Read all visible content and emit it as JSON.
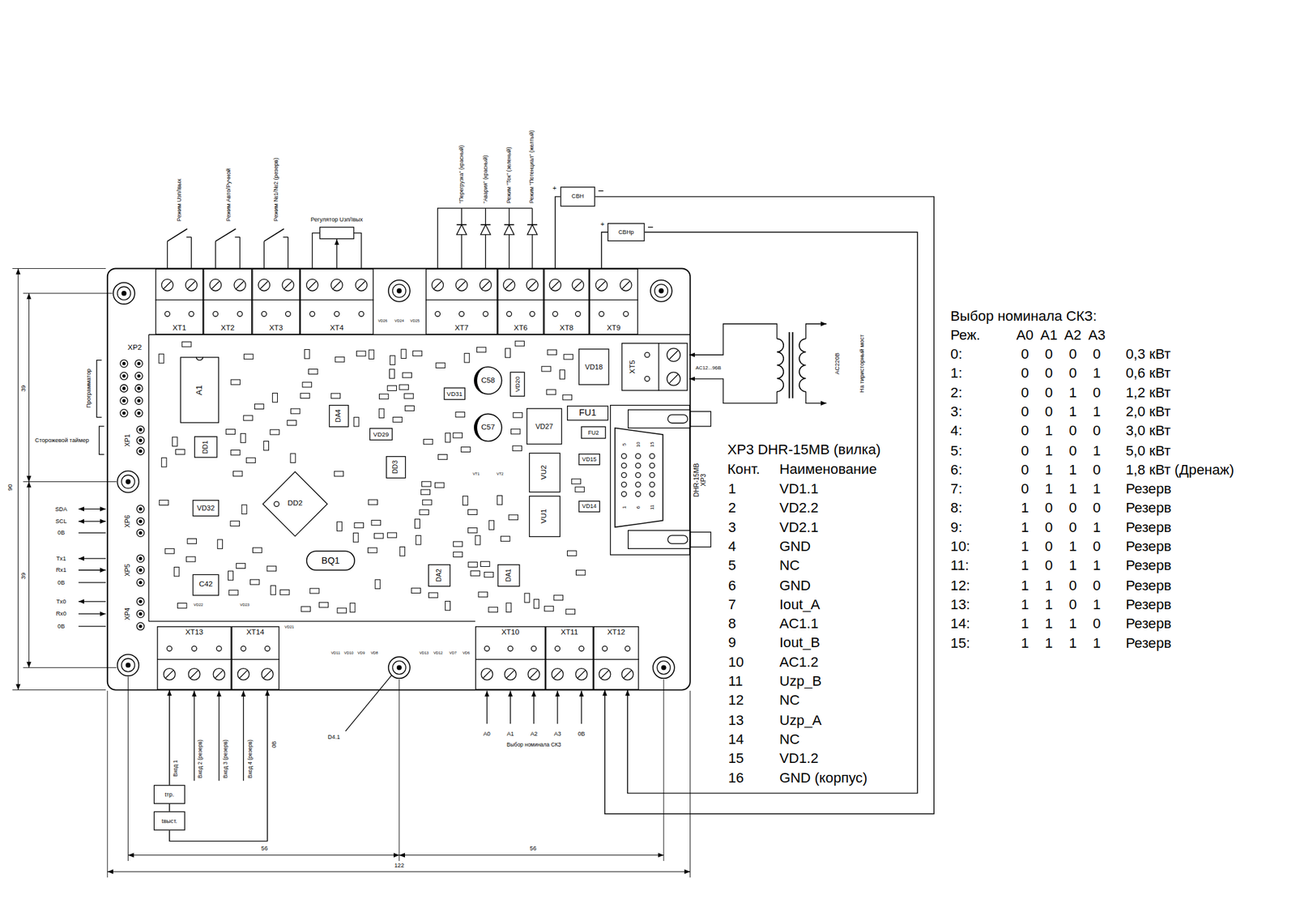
{
  "diagram": {
    "nodes": [
      {
        "text": [
          "XT1"
        ]
      },
      {
        "text": [
          "XT2"
        ]
      },
      {
        "text": [
          "XT3"
        ]
      },
      {
        "text": [
          "XT4"
        ]
      },
      {
        "text": [
          "XT7"
        ]
      },
      {
        "text": [
          "XT6"
        ]
      },
      {
        "text": [
          "XT8"
        ]
      },
      {
        "text": [
          "XT9"
        ]
      },
      {
        "text": [
          "XT5"
        ]
      },
      {
        "text": [
          "XT13"
        ]
      },
      {
        "text": [
          "XT14"
        ]
      },
      {
        "text": [
          "XT10"
        ]
      },
      {
        "text": [
          "XT11"
        ]
      },
      {
        "text": [
          "XT12"
        ]
      },
      {
        "text": [
          "A1"
        ]
      },
      {
        "text": [
          "DD1"
        ]
      },
      {
        "text": [
          "DA4"
        ]
      },
      {
        "text": [
          "VD29"
        ]
      },
      {
        "text": [
          "DD3"
        ]
      },
      {
        "text": [
          "VD31"
        ]
      },
      {
        "text": [
          "C58"
        ]
      },
      {
        "text": [
          "VD20"
        ]
      },
      {
        "text": [
          "VD18"
        ]
      },
      {
        "text": [
          "C57"
        ]
      },
      {
        "text": [
          "VD27"
        ]
      },
      {
        "text": [
          "FU1"
        ]
      },
      {
        "text": [
          "FU2"
        ]
      },
      {
        "text": [
          "VD15"
        ]
      },
      {
        "text": [
          "VU2"
        ]
      },
      {
        "text": [
          "VU1"
        ]
      },
      {
        "text": [
          "VD14"
        ]
      },
      {
        "text": [
          "DD2"
        ]
      },
      {
        "text": [
          "VD32"
        ]
      },
      {
        "text": [
          "C42"
        ]
      },
      {
        "text": [
          "BQ1"
        ]
      },
      {
        "text": [
          "DA2"
        ]
      },
      {
        "text": [
          "DA1"
        ]
      },
      {
        "text": [
          "DHR-15MB",
          "XP3"
        ]
      },
      {
        "text": [
          "СВН"
        ]
      },
      {
        "text": [
          "СВНр"
        ]
      },
      {
        "text": [
          "tтр."
        ]
      },
      {
        "text": [
          "tвыст."
        ]
      }
    ],
    "edges": [
      {
        "from": 6,
        "to": 38,
        "arrow": "none"
      },
      {
        "from": 7,
        "to": 39,
        "arrow": "none"
      },
      {
        "from": 38,
        "to": 13,
        "arrow": "to"
      },
      {
        "from": 39,
        "to": 13,
        "arrow": "to"
      },
      {
        "from": 40,
        "to": 9,
        "arrow": "to"
      },
      {
        "from": 41,
        "to": 10,
        "arrow": "to"
      },
      {
        "from": 40,
        "to": 41,
        "arrow": "none"
      }
    ],
    "labels": [
      "Режим Uзп/Iвых",
      "Режим Авто/Ручной",
      "Режим №1/№2 (резерв)",
      "Регулятор Uзп/Iвых",
      "\"Перегрузка\" (красный)",
      "\"Авария\" (красный)",
      "Режим \"Ток\" (зеленый)",
      "Режим \"Потенциал\" (желтый)",
      "+",
      "+",
      "AC12...96В",
      "AC220В",
      "На тиристорный мост",
      "XP2",
      "Программатор",
      "Сторожевой таймер",
      "XP1",
      "SDA",
      "SCL",
      "0В",
      "XP6",
      "Tx1",
      "Rx1",
      "0В",
      "XP5",
      "Tx0",
      "Rx0",
      "0В",
      "XP4",
      "90",
      "39",
      "39",
      "56",
      "56",
      "122",
      "Вход 1",
      "Вход 2 (резерв)",
      "Вход 3 (резерв)",
      "Вход 4 (резерв)",
      "0В",
      "A0",
      "A1",
      "A2",
      "A3",
      "0В",
      "Выбор номинала СКЗ",
      "D4.1",
      "VD26",
      "VD24",
      "VD25",
      "VD11",
      "VD10",
      "VD9",
      "VD8",
      "VD13",
      "VD12",
      "VD7",
      "VD6",
      "VT1",
      "VT2",
      "VD22",
      "VD23",
      "VD21",
      "5",
      "10",
      "15",
      "1",
      "6",
      "11",
      "XP3 DHR-15MB (вилка)",
      "Конт.",
      "Наименование",
      "1",
      "VD1.1",
      "2",
      "VD2.2",
      "3",
      "VD2.1",
      "4",
      "GND",
      "5",
      "NC",
      "6",
      "GND",
      "7",
      "Iout_A",
      "8",
      "AC1.1",
      "9",
      "Iout_B",
      "10",
      "AC1.2",
      "11",
      "Uzp_B",
      "12",
      "NC",
      "13",
      "Uzp_A",
      "14",
      "NC",
      "15",
      "VD1.2",
      "16",
      "GND (корпус)",
      "Выбор номинала СКЗ:",
      "Реж.",
      "A0",
      "A1",
      "A2",
      "A3",
      "0:",
      "0",
      "0",
      "0",
      "0",
      "0,3 кВт",
      "1:",
      "0",
      "0",
      "0",
      "1",
      "0,6 кВт",
      "2:",
      "0",
      "0",
      "1",
      "0",
      "1,2 кВт",
      "3:",
      "0",
      "0",
      "1",
      "1",
      "2,0 кВт",
      "4:",
      "0",
      "1",
      "0",
      "0",
      "3,0 кВт",
      "5:",
      "0",
      "1",
      "0",
      "1",
      "5,0 кВт",
      "6:",
      "0",
      "1",
      "1",
      "0",
      "1,8 кВт (Дренаж)",
      "7:",
      "0",
      "1",
      "1",
      "1",
      "Резерв",
      "8:",
      "1",
      "0",
      "0",
      "0",
      "Резерв",
      "9:",
      "1",
      "0",
      "0",
      "1",
      "Резерв",
      "10:",
      "1",
      "0",
      "1",
      "0",
      "Резерв",
      "11:",
      "1",
      "0",
      "1",
      "1",
      "Резерв",
      "12:",
      "1",
      "1",
      "0",
      "0",
      "Резерв",
      "13:",
      "1",
      "1",
      "0",
      "1",
      "Резерв",
      "14:",
      "1",
      "1",
      "1",
      "0",
      "Резерв",
      "15:",
      "1",
      "1",
      "1",
      "1",
      "Резерв"
    ]
  }
}
